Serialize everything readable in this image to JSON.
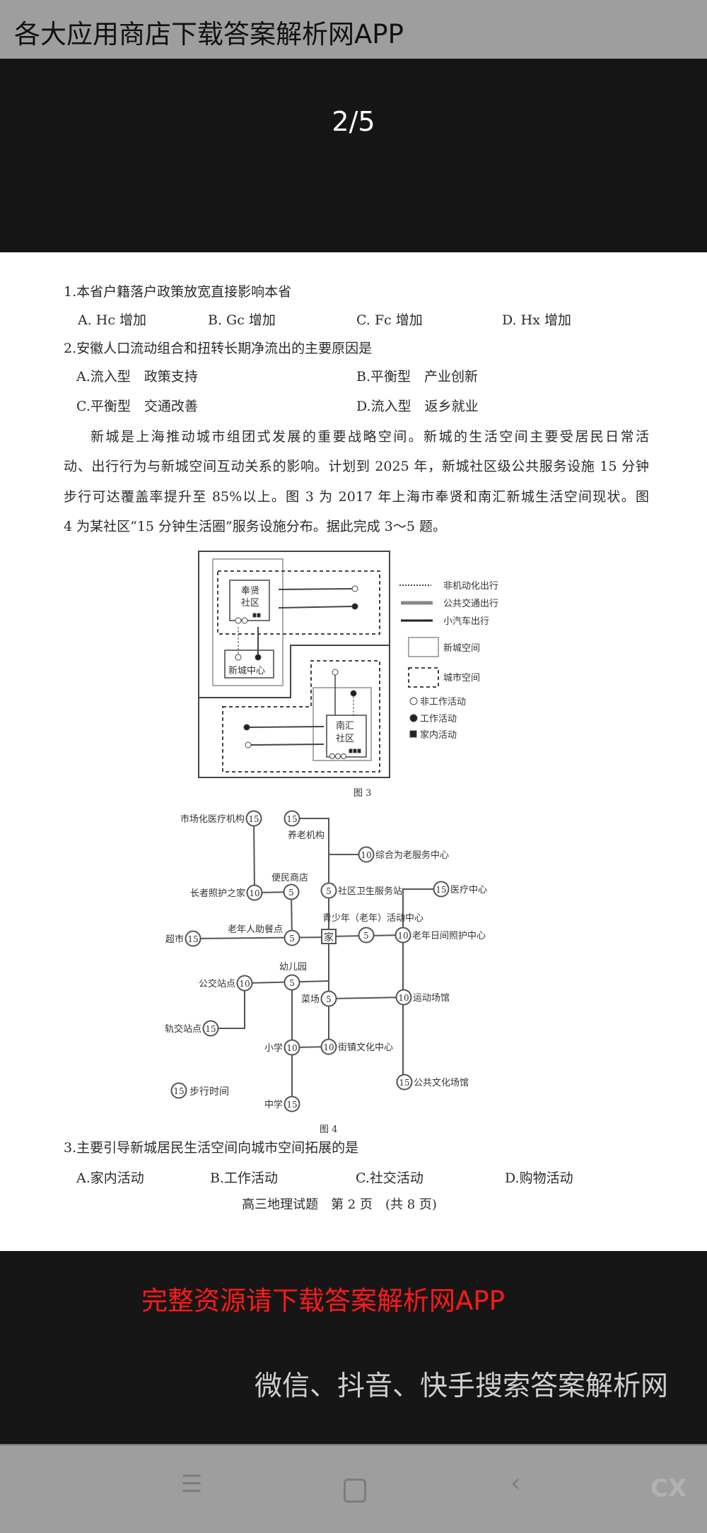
{
  "viewer": {
    "page_indicator": "2/5"
  },
  "questions": {
    "q1": {
      "stem": "1.本省户籍落户政策放宽直接影响本省",
      "options": [
        "A. Hc 增加",
        "B. Gc 增加",
        "C. Fc 增加",
        "D. Hx 增加"
      ]
    },
    "q2": {
      "stem": "2.安徽人口流动组合和扭转长期净流出的主要原因是",
      "options": [
        "A.流入型　政策支持",
        "B.平衡型　产业创新",
        "C.平衡型　交通改善",
        "D.流入型　返乡就业"
      ]
    },
    "passage": [
      "新城是上海推动城市组团式发展的重要战略空间。新城的生活空间主要受居民日常活",
      "动、出行行为与新城空间互动关系的影响。计划到 2025 年，新城社区级公共服务设施 15 分钟",
      "步行可达覆盖率提升至 85%以上。图 3 为 2017 年上海市奉贤和南汇新城生活空间现状。图",
      "4 为某社区“15 分钟生活圈”服务设施分布。据此完成 3～5 题。"
    ],
    "q3": {
      "stem": "3.主要引导新城居民生活空间向城市空间拓展的是",
      "options": [
        "A.家内活动",
        "B.工作活动",
        "C.社交活动",
        "D.购物活动"
      ]
    },
    "footer": "高三地理试题　第 2 页　(共 8 页)"
  },
  "figure3": {
    "caption": "图 3",
    "nodes": {
      "fengxian": [
        "奉贤",
        "社区"
      ],
      "center": "新城中心",
      "nanhui": [
        "南汇",
        "社区"
      ]
    },
    "legend": [
      "非机动化出行",
      "公共交通出行",
      "小汽车出行",
      "新城空间",
      "城市空间",
      "非工作活动",
      "工作活动",
      "家内活动"
    ]
  },
  "figure4": {
    "caption": "图 4",
    "home": "家",
    "legend": {
      "value": "15",
      "label": "步行时间"
    },
    "facilities": [
      {
        "label": "市场化医疗机构",
        "minutes": "15"
      },
      {
        "label": "养老机构",
        "minutes": "15"
      },
      {
        "label": "综合为老服务中心",
        "minutes": "10"
      },
      {
        "label": "长者照护之家",
        "minutes": "10"
      },
      {
        "label": "便民商店",
        "minutes": "5"
      },
      {
        "label": "社区卫生服务站",
        "minutes": "5"
      },
      {
        "label": "医疗中心",
        "minutes": "15"
      },
      {
        "label": "青少年（老年）活动中心",
        "minutes": "5"
      },
      {
        "label": "老年日间照护中心",
        "minutes": "10"
      },
      {
        "label": "老年人助餐点",
        "minutes": "5"
      },
      {
        "label": "超市",
        "minutes": "15"
      },
      {
        "label": "幼儿园",
        "minutes": "5"
      },
      {
        "label": "公交站点",
        "minutes": "10"
      },
      {
        "label": "菜场",
        "minutes": "5"
      },
      {
        "label": "运动场馆",
        "minutes": "10"
      },
      {
        "label": "轨交站点",
        "minutes": "15"
      },
      {
        "label": "小学",
        "minutes": "10"
      },
      {
        "label": "街镇文化中心",
        "minutes": "10"
      },
      {
        "label": "中学",
        "minutes": "15"
      },
      {
        "label": "公共文化场馆",
        "minutes": "15"
      }
    ]
  },
  "watermarks": [
    "各大应用商店下载答案解析网APP",
    "完整资源请下载答案解析网APP",
    "微信、抖音、快手搜索答案解析网"
  ],
  "navbar": {
    "corner_label": "CX",
    "icons": [
      "menu-icon",
      "home-icon",
      "back-icon"
    ]
  },
  "colors": {
    "watermark_red": "#ff1a1a",
    "band": "#161616",
    "nav": "#9e9e9e"
  }
}
